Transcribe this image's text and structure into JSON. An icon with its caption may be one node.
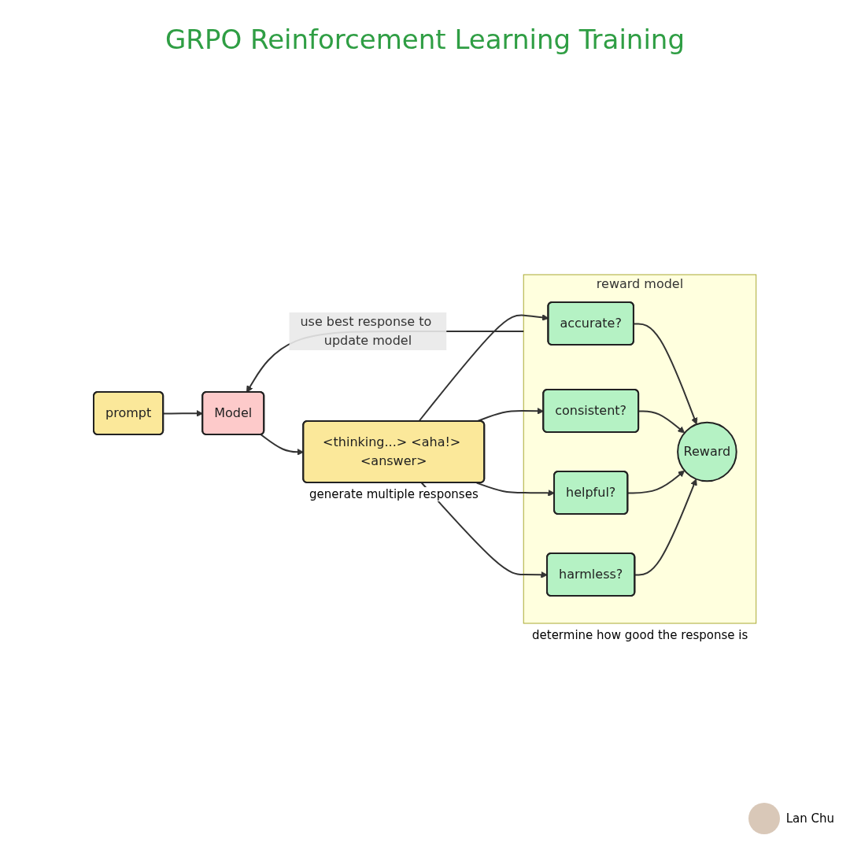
{
  "diagram": {
    "title": "GRPO Reinforcement Learning Training",
    "nodes": [
      {
        "text": [
          "prompt"
        ]
      },
      {
        "text": [
          "Model"
        ]
      },
      {
        "text": [
          "<thinking...> <aha!> <answer>"
        ],
        "beside": [
          "generate multiple responses"
        ]
      },
      {
        "text": [
          "reward model"
        ],
        "beside": [
          "determine how good the response is"
        ]
      },
      {
        "text": [
          "accurate?"
        ],
        "in": 3
      },
      {
        "text": [
          "consistent?"
        ],
        "in": 3
      },
      {
        "text": [
          "helpful?"
        ],
        "in": 3
      },
      {
        "text": [
          "harmless?"
        ],
        "in": 3
      },
      {
        "text": [
          "Reward"
        ],
        "in": 3
      }
    ],
    "edges": [
      {
        "from": 0,
        "to": 1,
        "arrow": "to"
      },
      {
        "from": 1,
        "to": 2,
        "arrow": "to"
      },
      {
        "from": 2,
        "to": 4,
        "arrow": "to"
      },
      {
        "from": 2,
        "to": 5,
        "arrow": "to"
      },
      {
        "from": 2,
        "to": 6,
        "arrow": "to"
      },
      {
        "from": 2,
        "to": 7,
        "arrow": "to"
      },
      {
        "from": 4,
        "to": 8,
        "arrow": "to"
      },
      {
        "from": 5,
        "to": 8,
        "arrow": "to"
      },
      {
        "from": 6,
        "to": 8,
        "arrow": "to"
      },
      {
        "from": 7,
        "to": 8,
        "arrow": "to"
      },
      {
        "from": 3,
        "to": 1,
        "arrow": "to",
        "label": "use best response to update model"
      }
    ],
    "labels": [
      "Lan Chu"
    ]
  }
}
